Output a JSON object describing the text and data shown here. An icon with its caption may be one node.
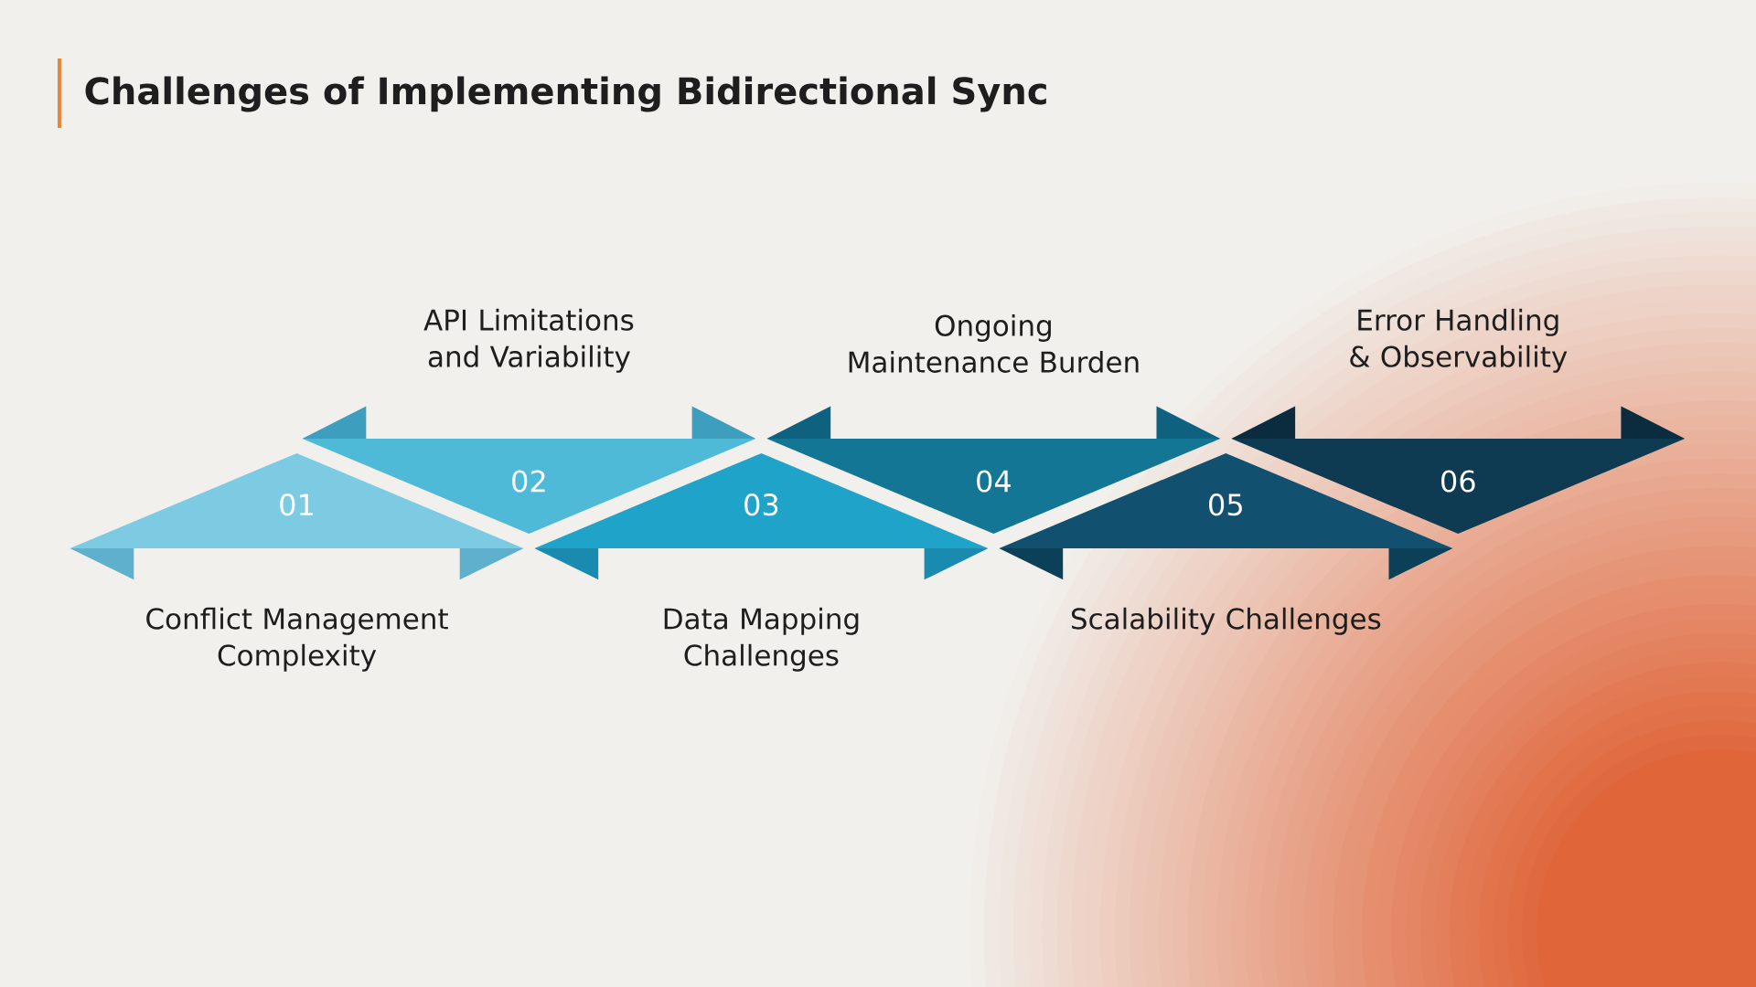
{
  "diagram": {
    "title": "Challenges of Implementing Bidirectional Sync",
    "nodes": [
      {
        "text": [
          "01",
          "Conflict Management Complexity"
        ]
      },
      {
        "text": [
          "API Limitations and Variability",
          "02"
        ]
      },
      {
        "text": [
          "03",
          "Data Mapping Challenges"
        ]
      },
      {
        "text": [
          "Ongoing Maintenance Burden",
          "04"
        ]
      },
      {
        "text": [
          "05",
          "Scalability Challenges"
        ]
      },
      {
        "text": [
          "Error Handling & Observability",
          "06"
        ]
      }
    ]
  }
}
